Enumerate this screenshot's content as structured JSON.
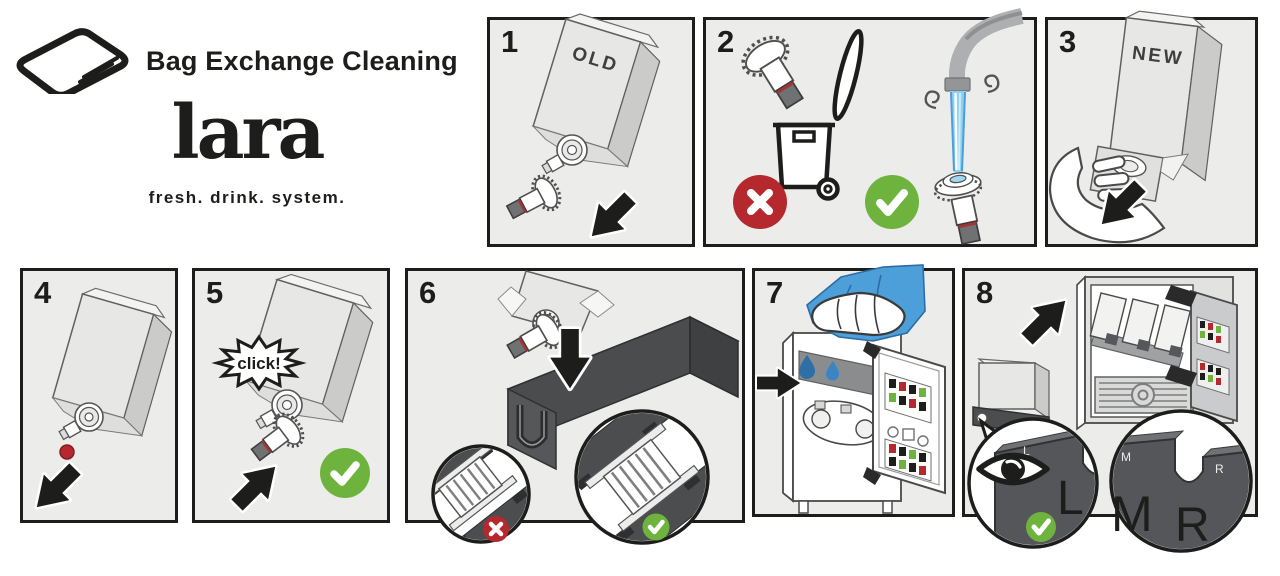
{
  "header": {
    "title": "Bag Exchange Cleaning",
    "logo": "lara",
    "tagline": "fresh. drink. system."
  },
  "colors": {
    "ink": "#1D1D1B",
    "panel_bg": "#ECECEB",
    "red_badge": "#B5282D",
    "green_badge": "#6EB33E",
    "cloth_blue": "#4C9FD9",
    "water_blue": "#8ED1F2",
    "tray_dark": "#4C4D4F",
    "bag_gray": "#E7E7E6"
  },
  "icons": [
    "pouch-icon",
    "trash-bin-icon",
    "faucet-icon",
    "cross-icon",
    "check-icon",
    "eye-icon",
    "arrow-icon",
    "hand-icon",
    "cloth-icon"
  ],
  "steps": [
    {
      "number": "1",
      "bag_label": "OLD"
    },
    {
      "number": "2"
    },
    {
      "number": "3",
      "bag_label": "NEW"
    },
    {
      "number": "4"
    },
    {
      "number": "5",
      "callout": "click!"
    },
    {
      "number": "6"
    },
    {
      "number": "7"
    },
    {
      "number": "8",
      "slots": {
        "left": "L",
        "middle": "M",
        "right": "R"
      }
    }
  ]
}
